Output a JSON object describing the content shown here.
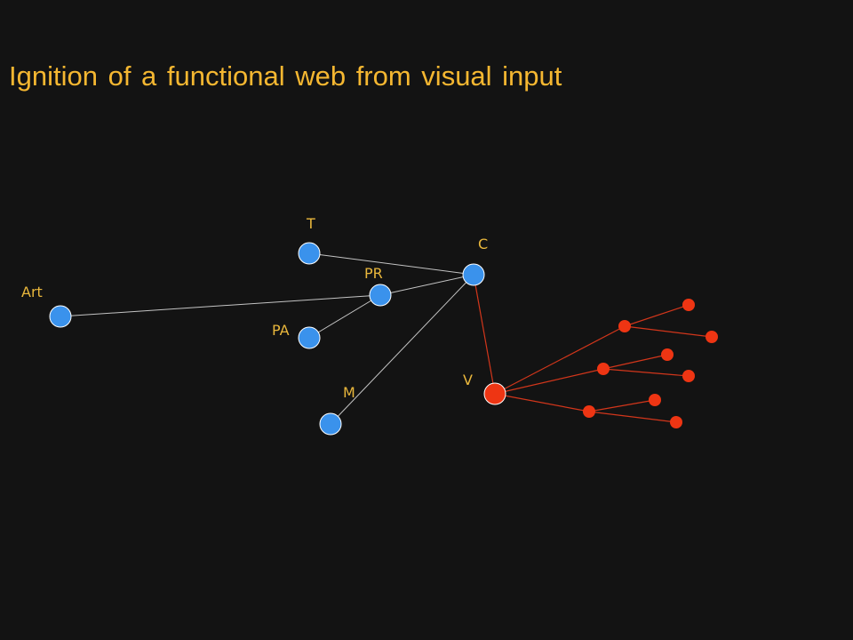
{
  "title": "Ignition of a functional web from visual input",
  "colors": {
    "background": "#131313",
    "title": "#f5b731",
    "label": "#e9b73c",
    "blue_node": "#3a92ec",
    "red_node": "#ee3513",
    "gray_link": "#c4c4c4",
    "red_link": "#d2361b"
  },
  "labels": {
    "T": "T",
    "C": "C",
    "PR": "PR",
    "Art": "Art",
    "PA": "PA",
    "M": "M",
    "V": "V"
  }
}
